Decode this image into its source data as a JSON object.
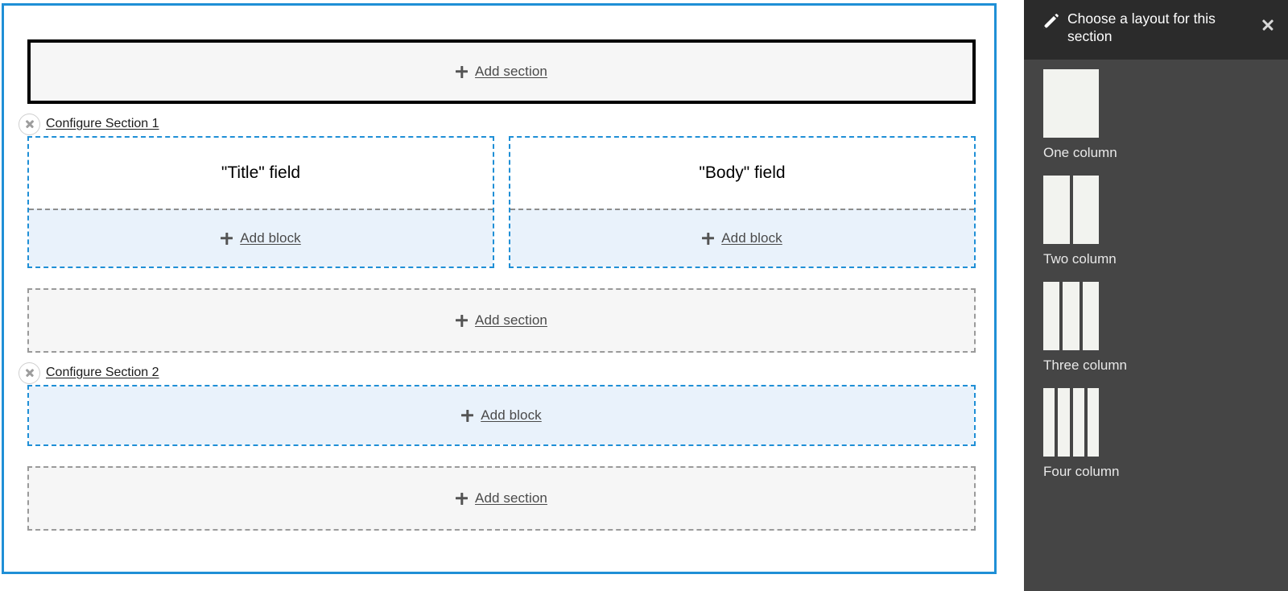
{
  "layout_builder": {
    "name": "layout-builder",
    "top_add_section": {
      "label": "Add section",
      "icon": "plus-icon",
      "state": "focused"
    },
    "sections": [
      {
        "configure_label": "Configure Section 1",
        "remove_icon": "remove-x-circle-icon",
        "regions": [
          {
            "blocks": [
              {
                "label": "\"Title\" field"
              }
            ],
            "add_block_label": "Add block"
          },
          {
            "blocks": [
              {
                "label": "\"Body\" field"
              }
            ],
            "add_block_label": "Add block"
          }
        ]
      },
      {
        "configure_label": "Configure Section 2",
        "remove_icon": "remove-x-circle-icon",
        "regions": [
          {
            "blocks": [],
            "add_block_label": "Add block"
          }
        ]
      }
    ],
    "middle_add_section": {
      "label": "Add section",
      "icon": "plus-icon"
    },
    "bottom_add_section": {
      "label": "Add section",
      "icon": "plus-icon"
    },
    "colors": {
      "focus_outline": "#000000",
      "region_outline": "#1f8fd6",
      "frame_outline": "#1f8fd6",
      "add_block_background": "#e9f2fb",
      "add_section_background": "#f6f6f6"
    }
  },
  "offcanvas": {
    "title": "Choose a layout for this section",
    "pencil_icon": "pencil-icon",
    "close_icon": "close-icon",
    "options": [
      {
        "label": "One column",
        "columns": 1
      },
      {
        "label": "Two column",
        "columns": 2
      },
      {
        "label": "Three column",
        "columns": 3
      },
      {
        "label": "Four column",
        "columns": 4
      }
    ],
    "colors": {
      "header_background": "#2b2b2b",
      "body_background": "#454545",
      "thumbnail": "#f2f3ef",
      "text": "#e8e8e8"
    }
  }
}
